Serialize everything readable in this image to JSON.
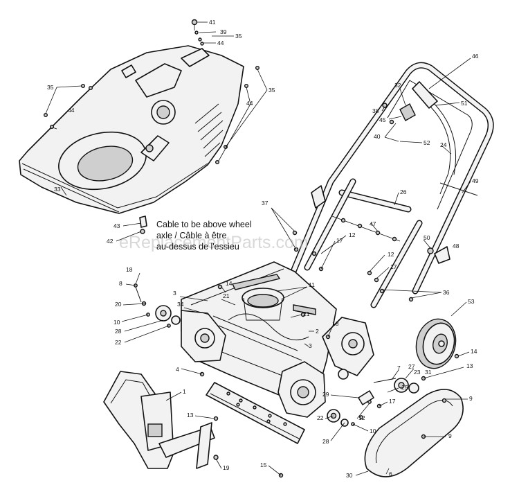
{
  "note": {
    "line1": "Cable to be above wheel",
    "line2": "axle / Câble à être",
    "line3": "au-dessus de l'essieu"
  },
  "watermark": "eReplacementParts.com",
  "callouts": [
    {
      "id": "c41",
      "label": "41"
    },
    {
      "id": "c39",
      "label": "39"
    },
    {
      "id": "c35a",
      "label": "35"
    },
    {
      "id": "c44a",
      "label": "44"
    },
    {
      "id": "c35b",
      "label": "35"
    },
    {
      "id": "c44b",
      "label": "44"
    },
    {
      "id": "c35c",
      "label": "35"
    },
    {
      "id": "c44c",
      "label": "44"
    },
    {
      "id": "c33",
      "label": "33"
    },
    {
      "id": "c43",
      "label": "43"
    },
    {
      "id": "c42",
      "label": "42"
    },
    {
      "id": "c46",
      "label": "46"
    },
    {
      "id": "c32",
      "label": "32"
    },
    {
      "id": "c38",
      "label": "38"
    },
    {
      "id": "c45",
      "label": "45"
    },
    {
      "id": "c51",
      "label": "51"
    },
    {
      "id": "c40",
      "label": "40"
    },
    {
      "id": "c52",
      "label": "52"
    },
    {
      "id": "c24",
      "label": "24"
    },
    {
      "id": "c49",
      "label": "49"
    },
    {
      "id": "c26",
      "label": "26"
    },
    {
      "id": "c37",
      "label": "37"
    },
    {
      "id": "c47",
      "label": "47"
    },
    {
      "id": "c12a",
      "label": "12"
    },
    {
      "id": "c17a",
      "label": "17"
    },
    {
      "id": "c50",
      "label": "50"
    },
    {
      "id": "c48",
      "label": "48"
    },
    {
      "id": "c12b",
      "label": "12"
    },
    {
      "id": "c17b",
      "label": "17"
    },
    {
      "id": "c36",
      "label": "36"
    },
    {
      "id": "c18a",
      "label": "18"
    },
    {
      "id": "c8",
      "label": "8"
    },
    {
      "id": "c20",
      "label": "20"
    },
    {
      "id": "c10a",
      "label": "10"
    },
    {
      "id": "c28a",
      "label": "28"
    },
    {
      "id": "c22a",
      "label": "22"
    },
    {
      "id": "c3a",
      "label": "3"
    },
    {
      "id": "c14a",
      "label": "14"
    },
    {
      "id": "c21a",
      "label": "21"
    },
    {
      "id": "c11",
      "label": "11"
    },
    {
      "id": "c34",
      "label": "34"
    },
    {
      "id": "c21b",
      "label": "21"
    },
    {
      "id": "c2",
      "label": "2"
    },
    {
      "id": "c3b",
      "label": "3"
    },
    {
      "id": "c18b",
      "label": "18"
    },
    {
      "id": "c53",
      "label": "53"
    },
    {
      "id": "c14b",
      "label": "14"
    },
    {
      "id": "c4",
      "label": "4"
    },
    {
      "id": "c1",
      "label": "1"
    },
    {
      "id": "c7",
      "label": "7"
    },
    {
      "id": "c27",
      "label": "27"
    },
    {
      "id": "c13a",
      "label": "13"
    },
    {
      "id": "c23",
      "label": "23"
    },
    {
      "id": "c31",
      "label": "31"
    },
    {
      "id": "c25",
      "label": "25"
    },
    {
      "id": "c29",
      "label": "29"
    },
    {
      "id": "c17c",
      "label": "17"
    },
    {
      "id": "c9a",
      "label": "9"
    },
    {
      "id": "c12c",
      "label": "12"
    },
    {
      "id": "c13b",
      "label": "13"
    },
    {
      "id": "c22b",
      "label": "22"
    },
    {
      "id": "c10b",
      "label": "10"
    },
    {
      "id": "c28b",
      "label": "28"
    },
    {
      "id": "c19",
      "label": "19"
    },
    {
      "id": "c15",
      "label": "15"
    },
    {
      "id": "c9b",
      "label": "9"
    },
    {
      "id": "c30",
      "label": "30"
    },
    {
      "id": "c6",
      "label": "6"
    }
  ]
}
